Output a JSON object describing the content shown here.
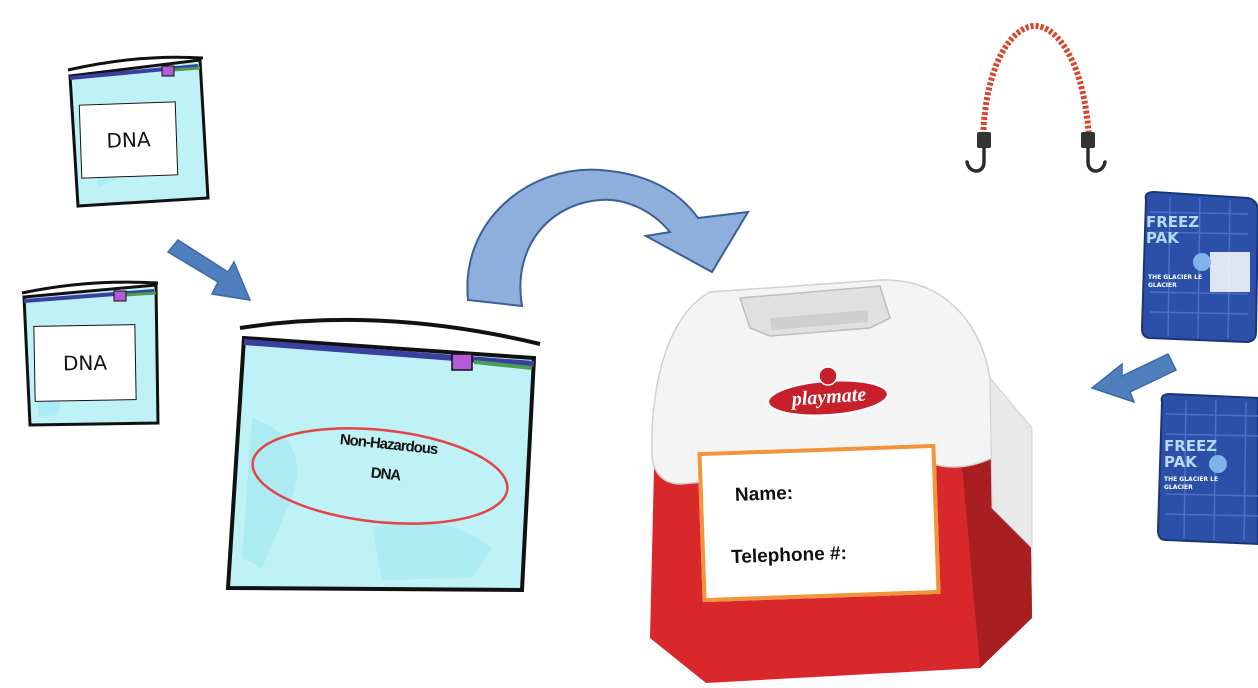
{
  "small_bags": [
    {
      "label": "DNA"
    },
    {
      "label": "DNA"
    }
  ],
  "large_bag": {
    "label_line1": "Non-Hazardous",
    "label_line2": "DNA"
  },
  "cooler": {
    "brand": "playmate",
    "label_name": "Name:",
    "label_phone": "Telephone #:"
  },
  "ice_packs": [
    {
      "brand": "FREEZ PAK",
      "subtitle": "THE GLACIER LE GLACIER"
    },
    {
      "brand": "FREEZ PAK",
      "subtitle": "THE GLACIER LE GLACIER"
    }
  ],
  "colors": {
    "bag_fill": "#bff2f7",
    "arrow_blue": "#4f80bd",
    "curved_arrow": "#8eaedc",
    "cooler_red": "#d9282b",
    "cooler_white": "#f4f4f4",
    "label_border": "#f3933a",
    "ice_pack_blue": "#2c4fa8",
    "bungee_red": "#d8442a"
  }
}
